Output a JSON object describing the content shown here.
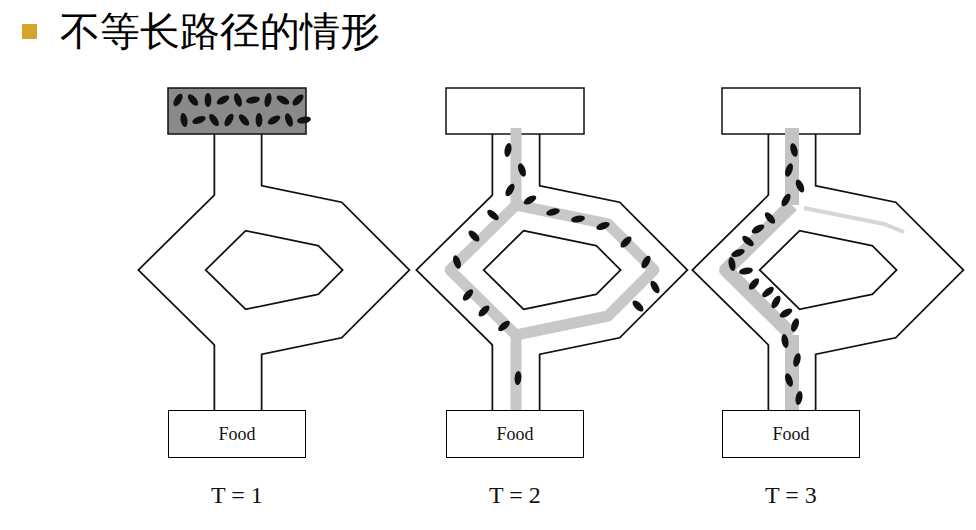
{
  "diagram": {
    "title": "不等长路径的情形",
    "nodes": [
      {
        "text": [
          "Food"
        ]
      },
      {
        "text": [
          "Food"
        ]
      },
      {
        "text": [
          "Food"
        ]
      }
    ],
    "labels": [
      "T = 1",
      "T = 2",
      "T = 3"
    ]
  }
}
